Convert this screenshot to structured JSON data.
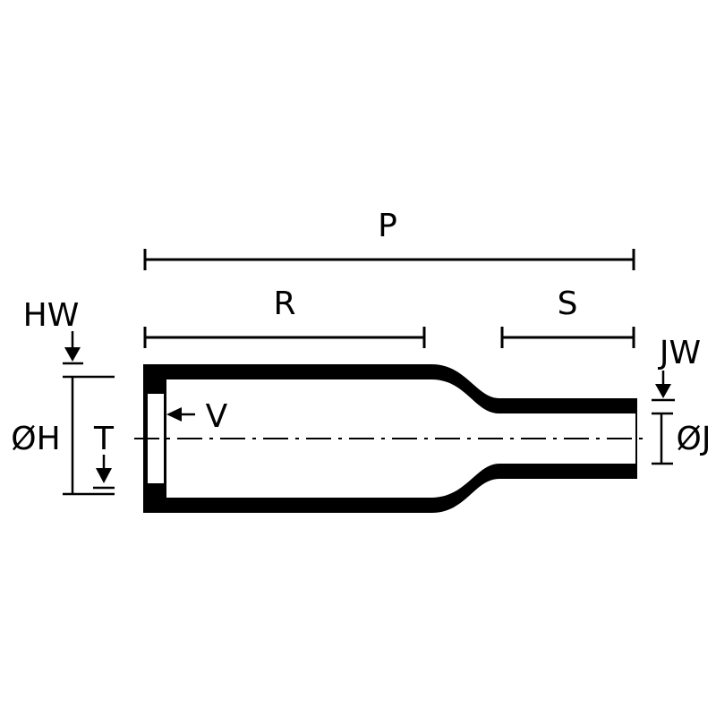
{
  "diagram": {
    "labels": {
      "p": "P",
      "r": "R",
      "s": "S",
      "hw": "HW",
      "jw": "JW",
      "oh": "ØH",
      "t": "T",
      "v": "V",
      "oj": "ØJ"
    },
    "colors": {
      "line": "#000000",
      "fill": "#000000",
      "background": "#ffffff"
    }
  }
}
